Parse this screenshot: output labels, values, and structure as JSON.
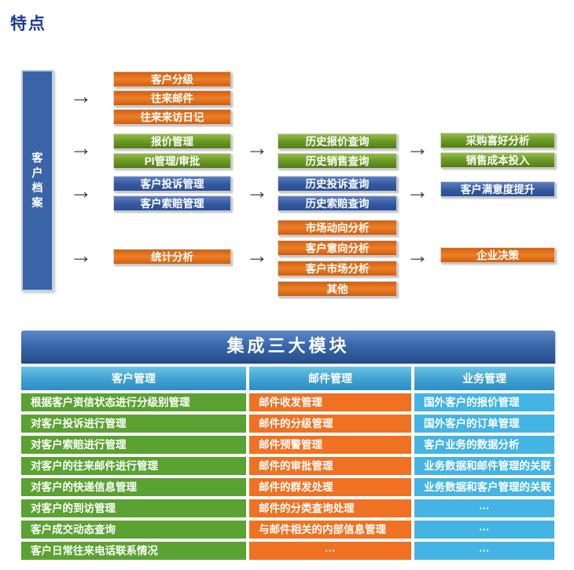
{
  "page": {
    "title": "特点"
  },
  "icons": {
    "arrow_right": "→"
  },
  "colors": {
    "title_navy": "#1c3a8e",
    "bar_blue": "#3a63a8",
    "flow_orange": "#ee7f28",
    "flow_green": "#6d9d26",
    "flow_blue": "#33589f",
    "banner_blue": "#3a67ac",
    "header_light_blue": "#3f9fd0",
    "cell_green": "#5aa231",
    "cell_orange": "#f07122",
    "cell_blue": "#43b4e4",
    "arrow_gray": "#434343"
  },
  "flow": {
    "source_label": "客户档案",
    "source_chars": [
      "客",
      "户",
      "档",
      "案"
    ],
    "col1": {
      "group1": [
        "客户分级",
        "往来邮件",
        "往来来访日记"
      ],
      "group2": [
        "报价管理",
        "PI管理/审批"
      ],
      "group3": [
        "客户投诉管理",
        "客户索赔管理"
      ],
      "group4": [
        "统计分析"
      ]
    },
    "col2": {
      "group1": [
        "历史报价查询",
        "历史销售查询"
      ],
      "group2": [
        "历史投诉查询",
        "历史索赔查询"
      ],
      "group3": [
        "市场动向分析",
        "客户意向分析",
        "客户市场分析",
        "其他"
      ]
    },
    "col3": {
      "group1": [
        "采购喜好分析",
        "销售成本投入"
      ],
      "group2": [
        "客户满意度提升"
      ],
      "group3": [
        "企业决策"
      ]
    }
  },
  "table": {
    "title": "集成三大模块",
    "columns": [
      "客户管理",
      "邮件管理",
      "业务管理"
    ],
    "rows": [
      [
        "根据客户资信状态进行分级别管理",
        "邮件收发管理",
        "国外客户的报价管理"
      ],
      [
        "对客户投诉进行管理",
        "邮件的分级管理",
        "国外客户的订单管理"
      ],
      [
        "对客户索赔进行管理",
        "邮件预警管理",
        "客户业务的数据分析"
      ],
      [
        "对客户的往来邮件进行管理",
        "邮件的审批管理",
        "业务数据和邮件管理的关联"
      ],
      [
        "对客户的快递信息管理",
        "邮件的群发处理",
        "业务数据和客户管理的关联"
      ],
      [
        "对客户的到访管理",
        "邮件的分类查询处理",
        "···"
      ],
      [
        "客户成交动态查询",
        "与邮件相关的内部信息管理",
        "···"
      ],
      [
        "客户日常往来电话联系情况",
        "···",
        "···"
      ]
    ]
  }
}
